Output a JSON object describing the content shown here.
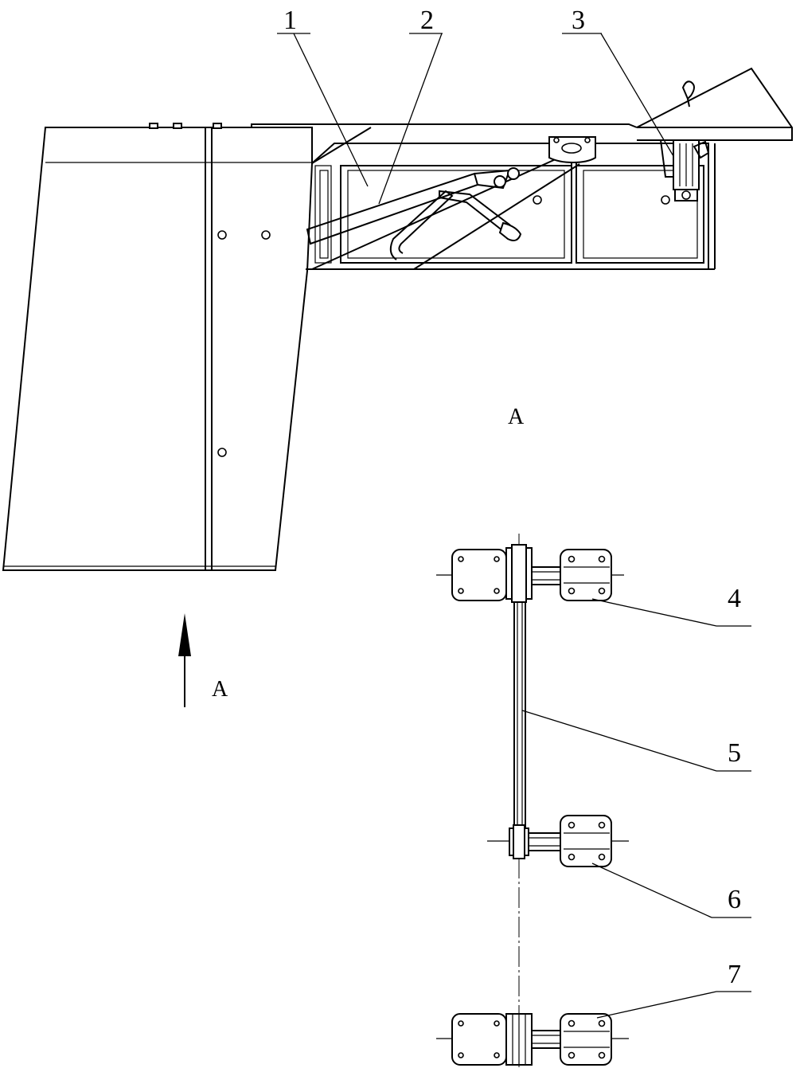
{
  "callouts": {
    "c1": "1",
    "c2": "2",
    "c3": "3",
    "c4": "4",
    "c5": "5",
    "c6": "6",
    "c7": "7"
  },
  "view": {
    "arrow_label": "A",
    "view_title": "A"
  },
  "colors": {
    "line": "#000000",
    "background": "#ffffff"
  }
}
